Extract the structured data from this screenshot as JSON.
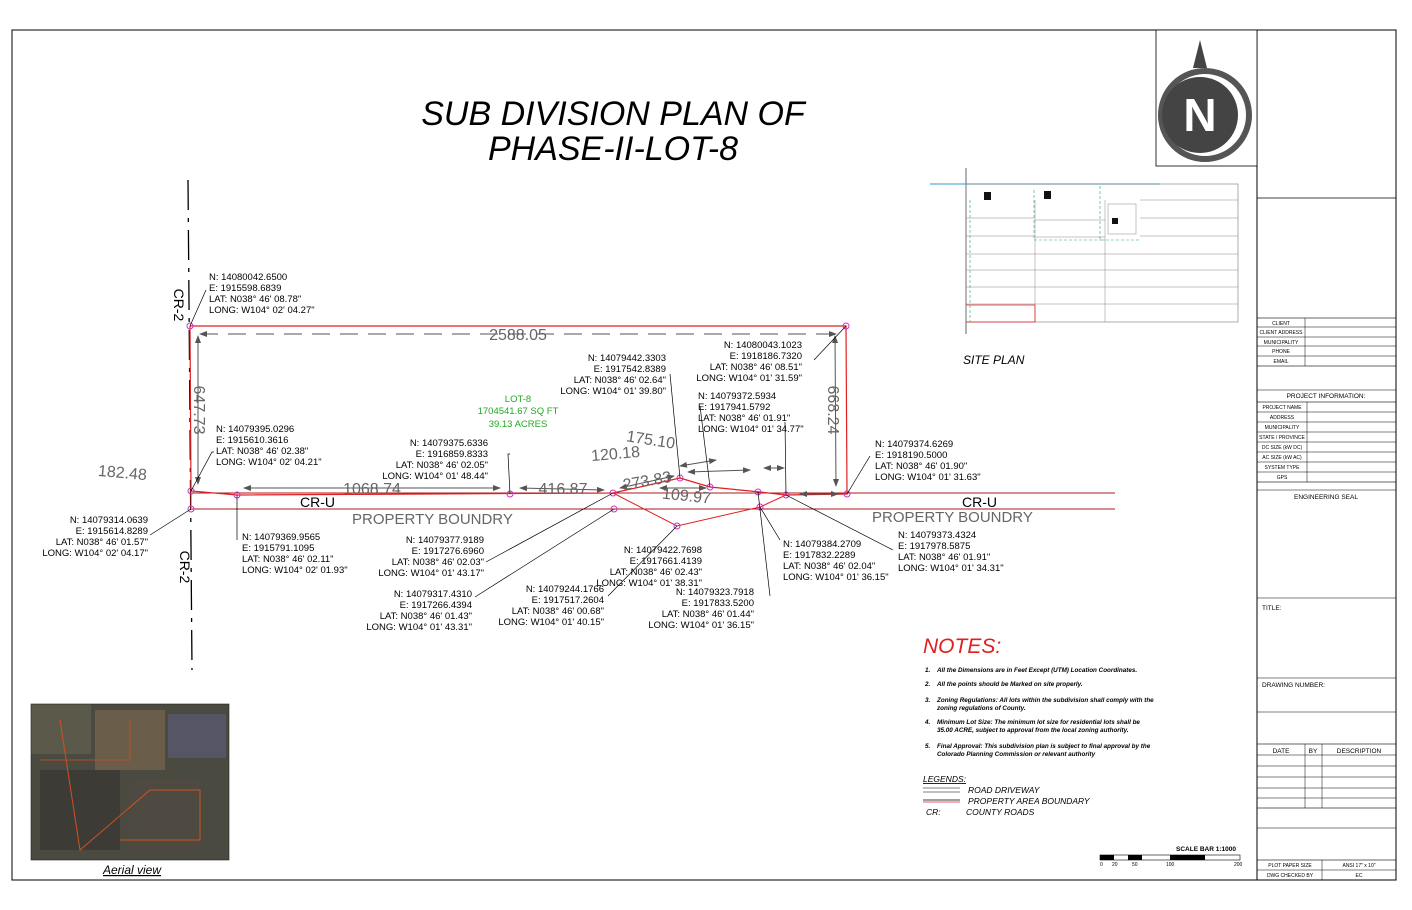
{
  "title": {
    "line1": "SUB DIVISION PLAN OF",
    "line2": "PHASE-II-LOT-8"
  },
  "site_plan_label": "SITE PLAN",
  "aerial_label": "Aerial view",
  "lot": {
    "name": "LOT-8",
    "area_sqft": "1704541.67 SQ FT",
    "area_acres": "39.13 ACRES"
  },
  "roads": {
    "cr2_top": "CR-2",
    "cr2_bottom": "CR-2",
    "cru_left": "CR-U",
    "cru_right": "CR-U"
  },
  "boundary_labels": {
    "left": "PROPERTY BOUNDRY",
    "right": "PROPERTY BOUNDRY"
  },
  "dimensions": {
    "top": "2588.05",
    "left": "647.73",
    "right": "668.24",
    "corner": "182.48",
    "bottom_left": "1068.74",
    "bottom_mid": "416.87",
    "d1": "175.10",
    "d2": "120.18",
    "d3": "273.83",
    "d4": "109.97"
  },
  "points": [
    {
      "n": "N: 14080042.6500",
      "e": "E: 1915598.6839",
      "lat": "LAT: N038° 46' 08.78\"",
      "long": "LONG: W104° 02' 04.27\""
    },
    {
      "n": "N: 14079395.0296",
      "e": "E: 1915610.3616",
      "lat": "LAT: N038° 46' 02.38\"",
      "long": "LONG: W104° 02' 04.21\""
    },
    {
      "n": "N: 14079314.0639",
      "e": "E: 1915614.8289",
      "lat": "LAT: N038° 46' 01.57\"",
      "long": "LONG: W104° 02' 04.17\""
    },
    {
      "n": "N: 14079369.9565",
      "e": "E: 1915791.1095",
      "lat": "LAT: N038° 46' 02.11\"",
      "long": "LONG: W104° 02' 01.93\""
    },
    {
      "n": "N: 14079375.6336",
      "e": "E: 1916859.8333",
      "lat": "LAT: N038° 46' 02.05\"",
      "long": "LONG: W104° 01' 48.44\""
    },
    {
      "n": "N: 14079377.9189",
      "e": "E: 1917276.6960",
      "lat": "LAT: N038° 46' 02.03\"",
      "long": "LONG: W104° 01' 43.17\""
    },
    {
      "n": "N: 14079317.4310",
      "e": "E: 1917266.4394",
      "lat": "LAT: N038° 46' 01.43\"",
      "long": "LONG: W104° 01' 43.31\""
    },
    {
      "n": "N: 14079442.3303",
      "e": "E: 1917542.8389",
      "lat": "LAT: N038° 46' 02.64\"",
      "long": "LONG: W104° 01' 39.80\""
    },
    {
      "n": "N: 14079244.1766",
      "e": "E: 1917517.2604",
      "lat": "LAT: N038° 46' 00.68\"",
      "long": "LONG: W104° 01' 40.15\""
    },
    {
      "n": "N: 14079422.7698",
      "e": "E: 1917661.4139",
      "lat": "LAT: N038° 46' 02.43\"",
      "long": "LONG: W104° 01' 38.31\""
    },
    {
      "n": "N: 14079372.5934",
      "e": "E: 1917941.5792",
      "lat": "LAT: N038° 46' 01.91\"",
      "long": "LONG: W104° 01' 34.77\""
    },
    {
      "n": "N: 14079323.7918",
      "e": "E: 1917833.5200",
      "lat": "LAT: N038° 46' 01.44\"",
      "long": "LONG: W104° 01' 36.15\""
    },
    {
      "n": "N: 14079384.2709",
      "e": "E: 1917832.2289",
      "lat": "LAT: N038° 46' 02.04\"",
      "long": "LONG: W104° 01' 36.15\""
    },
    {
      "n": "N: 14080043.1023",
      "e": "E: 1918186.7320",
      "lat": "LAT: N038° 46' 08.51\"",
      "long": "LONG: W104° 01' 31.59\""
    },
    {
      "n": "N: 14079374.6269",
      "e": "E: 1918190.5000",
      "lat": "LAT: N038° 46' 01.90\"",
      "long": "LONG: W104° 01' 31.63\""
    },
    {
      "n": "N: 14079373.4324",
      "e": "E: 1917978.5875",
      "lat": "LAT: N038° 46' 01.91\"",
      "long": "LONG: W104° 01' 34.31\""
    }
  ],
  "notes": {
    "heading": "NOTES:",
    "items": [
      "All the Dimensions are in Feet Except (UTM) Location Coordinates.",
      "All the points should be Marked on site properly.",
      "Zoning Regulations: All lots within the subdivision shall comply with the",
      "zoning regulations of County.",
      "Minimum Lot Size: The minimum lot size for residential lots shall be",
      "35.00 ACRE, subject to approval from the local zoning authority.",
      "Final Approval: This subdivision plan is subject to final approval by the",
      "Colorado Planning Commission or relevant authority"
    ]
  },
  "legends": {
    "heading": "LEGENDS:",
    "road_driveway": "ROAD DRIVEWAY",
    "property_boundary": "PROPERTY AREA BOUNDARY",
    "cr_key": "CR:",
    "cr_value": "COUNTY ROADS"
  },
  "scale_bar": {
    "label": "SCALE BAR 1:1000",
    "ticks": [
      "0",
      "20",
      "50",
      "100",
      "200"
    ]
  },
  "title_block": {
    "client_fields": [
      "CLIENT",
      "CLIENT ADDRESS",
      "MUNICIPALITY",
      "PHONE",
      "EMAIL"
    ],
    "project_heading": "PROJECT INFORMATION:",
    "project_fields": [
      "PROJECT NAME",
      "ADDRESS",
      "MUNICIPALITY",
      "STATE / PROVINCE",
      "DC SIZE (kW DC)",
      "AC SIZE (kW AC)",
      "SYSTEM TYPE",
      "GPS"
    ],
    "engineering_seal": "ENGINEERING SEAL",
    "title_label": "TITLE:",
    "drawing_number": "DRAWING NUMBER:",
    "rev_headers": [
      "DATE",
      "BY",
      "DESCRIPTION"
    ],
    "plot_paper_label": "PLOT PAPER SIZE",
    "plot_paper_value": "ANSI 17\" x 10\"",
    "checked_label": "DWG CHECKED BY",
    "checked_value": "EC"
  },
  "colors": {
    "boundary": "#e02020",
    "notes_heading": "#e02020",
    "lot_label": "#22aa22",
    "dimension": "#666666",
    "vertex": "#cc33cc",
    "driveway": "#22aa66"
  }
}
